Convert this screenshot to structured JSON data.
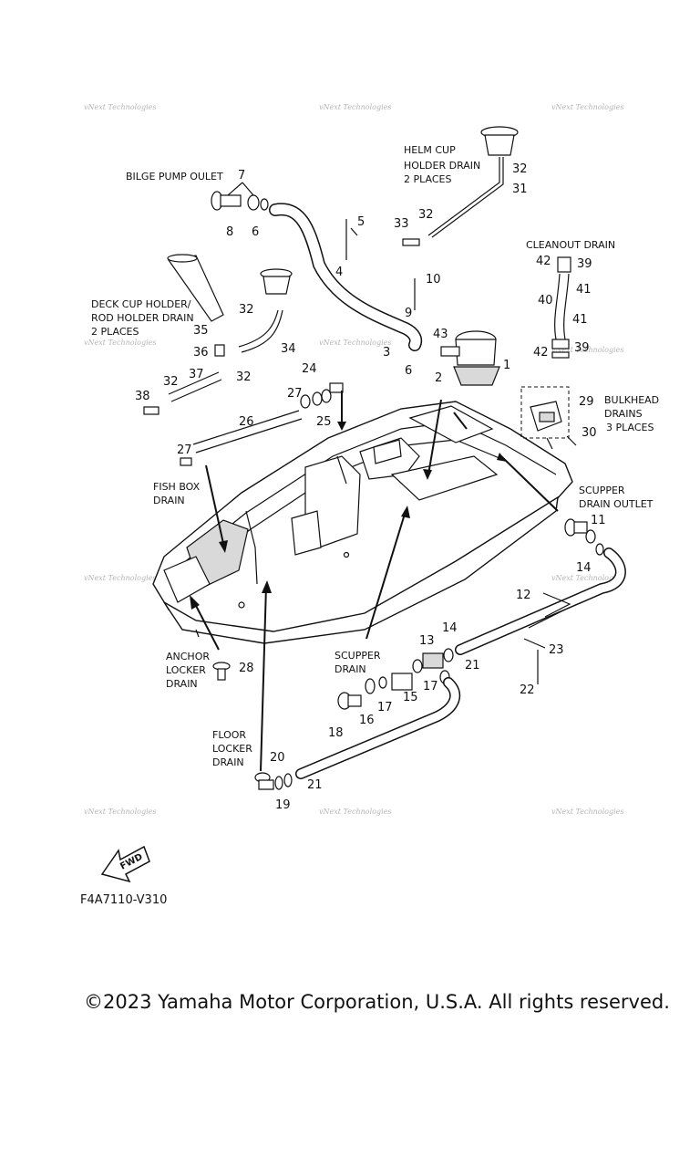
{
  "watermark": {
    "line1": "vNext Technologies",
    "line2": "vNext Technologies"
  },
  "labels": {
    "bilge_pump_outlet": "BILGE PUMP OULET",
    "helm_cup_1": "HELM CUP",
    "helm_cup_2": "HOLDER DRAIN",
    "helm_cup_3": "2 PLACES",
    "cleanout_drain": "CLEANOUT DRAIN",
    "deck_cup_1": "DECK CUP HOLDER/",
    "deck_cup_2": "ROD HOLDER DRAIN",
    "deck_cup_3": "2 PLACES",
    "bulkhead_1": "BULKHEAD",
    "bulkhead_2": "DRAINS",
    "bulkhead_3": "3 PLACES",
    "fish_box_1": "FISH BOX",
    "fish_box_2": "DRAIN",
    "scupper_outlet_1": "SCUPPER",
    "scupper_outlet_2": "DRAIN OUTLET",
    "anchor_1": "ANCHOR",
    "anchor_2": "LOCKER",
    "anchor_3": "DRAIN",
    "scupper_drain_1": "SCUPPER",
    "scupper_drain_2": "DRAIN",
    "floor_1": "FLOOR",
    "floor_2": "LOCKER",
    "floor_3": "DRAIN"
  },
  "part_numbers": {
    "n7": "7",
    "n8": "8",
    "n6a": "6",
    "n5": "5",
    "n4": "4",
    "n33": "33",
    "n32a": "32",
    "n32b": "32",
    "n31": "31",
    "n42a": "42",
    "n39a": "39",
    "n40": "40",
    "n41a": "41",
    "n41b": "41",
    "n42b": "42",
    "n39b": "39",
    "n10": "10",
    "n9": "9",
    "n43": "43",
    "n3": "3",
    "n6b": "6",
    "n2": "2",
    "n1": "1",
    "n35": "35",
    "n32c": "32",
    "n36": "36",
    "n34": "34",
    "n32d": "32",
    "n37": "37",
    "n32e": "32",
    "n38": "38",
    "n24": "24",
    "n27a": "27",
    "n25": "25",
    "n26": "26",
    "n27b": "27",
    "n29": "29",
    "n30": "30",
    "n11": "11",
    "n14a": "14",
    "n12": "12",
    "n23": "23",
    "n22": "22",
    "n28": "28",
    "n13": "13",
    "n14b": "14",
    "n21a": "21",
    "n17a": "17",
    "n15": "15",
    "n17b": "17",
    "n16": "16",
    "n18": "18",
    "n20": "20",
    "n21b": "21",
    "n19": "19"
  },
  "fwd": "FWD",
  "diagram_code": "F4A7110-V310",
  "copyright": "©2023 Yamaha Motor Corporation, U.S.A. All rights reserved."
}
